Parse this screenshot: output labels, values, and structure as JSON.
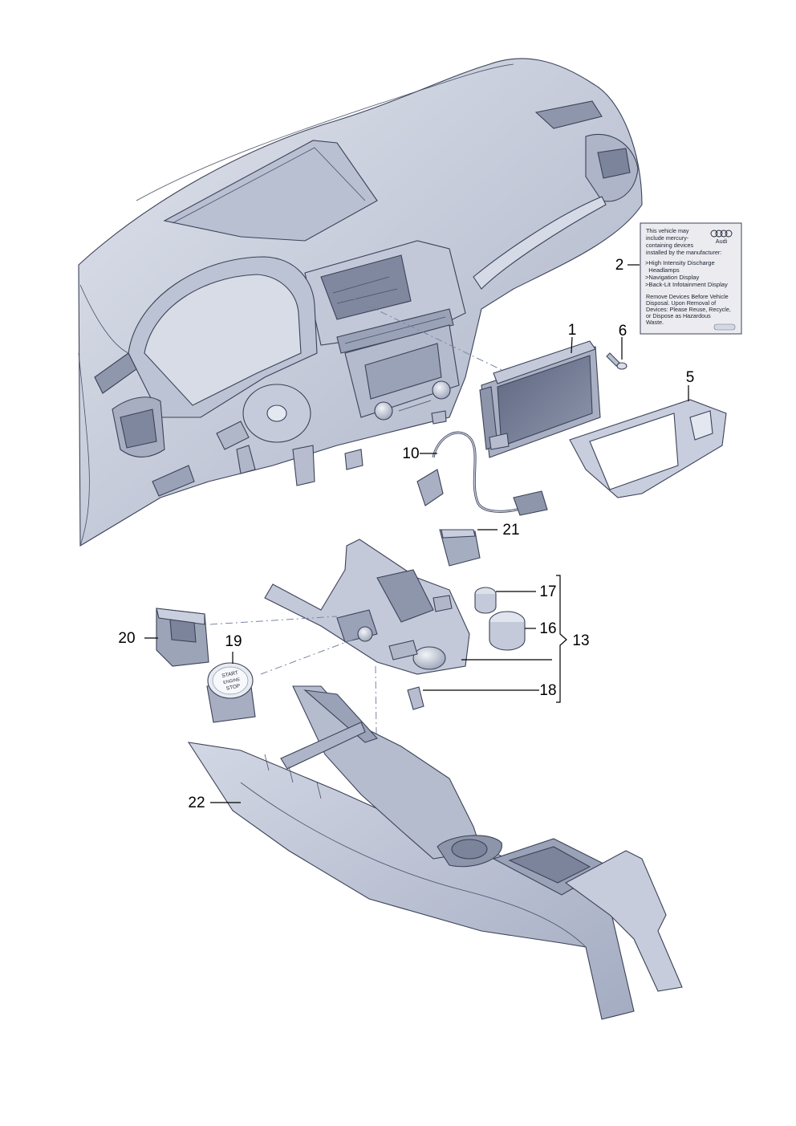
{
  "callouts": [
    {
      "id": "1",
      "text": "1"
    },
    {
      "id": "2",
      "text": "2"
    },
    {
      "id": "5",
      "text": "5"
    },
    {
      "id": "6",
      "text": "6"
    },
    {
      "id": "10",
      "text": "10"
    },
    {
      "id": "13",
      "text": "13"
    },
    {
      "id": "16",
      "text": "16"
    },
    {
      "id": "17",
      "text": "17"
    },
    {
      "id": "18",
      "text": "18"
    },
    {
      "id": "19",
      "text": "19"
    },
    {
      "id": "20",
      "text": "20"
    },
    {
      "id": "21",
      "text": "21"
    },
    {
      "id": "22",
      "text": "22"
    }
  ],
  "warning_label": {
    "brand": "Audi",
    "lines": [
      "This vehicle may",
      "include mercury-",
      "containing devices",
      "installed by the manufacturer:"
    ],
    "highlights": [
      ">High Intensity Discharge",
      "  Headlamps",
      ">Navigation Display",
      ">Back-Lit Infotainment Display"
    ],
    "footer": [
      "Remove Devices Before Vehicle",
      "Disposal. Upon Removal of",
      "Devices: Please Reuse, Recycle,",
      "or Dispose as Hazardous",
      "Waste."
    ]
  },
  "start_button": {
    "line1": "START",
    "line2": "ENGINE",
    "line3": "STOP"
  },
  "colors": {
    "part_fill": "#c8cede",
    "part_light": "#e4e8f1",
    "part_dark": "#9aa2b8",
    "line": "#3c4258"
  }
}
